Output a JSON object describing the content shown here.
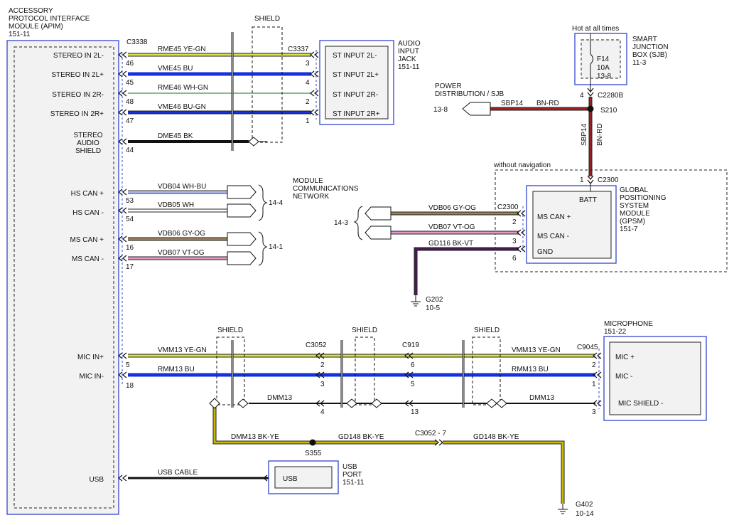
{
  "apim": {
    "title_lines": [
      "ACCESSORY",
      "PROTOCOL INTERFACE",
      "MODULE (APIM)",
      "151-11"
    ],
    "pins": {
      "stereo_in_2l_minus": "STEREO IN 2L-",
      "stereo_in_2l_plus": "STEREO IN 2L+",
      "stereo_in_2r_minus": "STEREO IN 2R-",
      "stereo_in_2r_plus": "STEREO IN 2R+",
      "stereo_audio_shield": [
        "STEREO",
        "AUDIO",
        "SHIELD"
      ],
      "hs_can_plus": "HS CAN +",
      "hs_can_minus": "HS CAN -",
      "ms_can_plus": "MS CAN +",
      "ms_can_minus": "MS CAN -",
      "mic_in_plus": "MIC IN+",
      "mic_in_minus": "MIC IN-",
      "usb": "USB"
    }
  },
  "connectors": {
    "c3338": "C3338",
    "c3337": "C3337",
    "c2280b": "C2280B",
    "c2300": "C2300",
    "c3052": "C3052",
    "c919": "C919",
    "c9045": "C9045",
    "c3052_7": "C3052  - 7"
  },
  "shield": "SHIELD",
  "pin_numbers": {
    "p46": "46",
    "p45": "45",
    "p48": "48",
    "p47": "47",
    "p44": "44",
    "p53": "53",
    "p54": "54",
    "p16": "16",
    "p17": "17",
    "p5": "5",
    "p18": "18",
    "aj3": "3",
    "aj4": "4",
    "aj2": "2",
    "aj1": "1",
    "sjb4": "4",
    "gps1": "1",
    "gps2": "2",
    "gps3": "3",
    "gps6": "6",
    "c3052_2": "2",
    "c3052_3": "3",
    "c3052_4": "4",
    "c919_6": "6",
    "c919_5": "5",
    "c919_13": "13",
    "mic2": "2",
    "mic1": "1",
    "mic3": "3"
  },
  "wires": {
    "rme45": "RME45 YE-GN",
    "vme45": "VME45 BU",
    "rme46": "RME46 WH-GN",
    "vme46": "VME46 BU-GN",
    "dme45": "DME45 BK",
    "vdb04": "VDB04  WH-BU",
    "vdb05": "VDB05  WH",
    "vdb06": "VDB06  GY-OG",
    "vdb07": "VDB07  VT-OG",
    "gps_vdb06": "VDB06    GY-OG",
    "gps_vdb07": "VDB07    VT-OG",
    "gd116": "GD116    BK-VT",
    "sbp14": "SBP14",
    "bn_rd": "BN-RD",
    "vmm13_left": "VMM13 YE-GN",
    "rmm13_left": "RMM13 BU",
    "dmm13": "DMM13",
    "vmm13_right": "VMM13    YE-GN",
    "rmm13_right": "RMM13    BU",
    "dmm13_bkye": "DMM13     BK-YE",
    "gd148_left": "GD148     BK-YE",
    "gd148_right": "GD148     BK-YE",
    "usb_cable": "USB CABLE"
  },
  "audio_jack": {
    "title_lines": [
      "AUDIO",
      "INPUT",
      "JACK",
      "151-11"
    ],
    "pins": [
      "ST INPUT 2L-",
      "ST INPUT 2L+",
      "ST INPUT 2R-",
      "ST INPUT 2R+"
    ]
  },
  "mcn": {
    "title_lines": [
      "MODULE",
      "COMMUNICATIONS",
      "NETWORK"
    ],
    "ref_144": "14-4",
    "ref_141": "14-1",
    "ref_143": "14-3"
  },
  "power": {
    "hot_label": "Hot at all times",
    "sjb_lines": [
      "SMART",
      "JUNCTION",
      "BOX (SJB)",
      "11-3"
    ],
    "fuse_lines": [
      "F14",
      "10A",
      "13-8"
    ],
    "pd_lines": [
      "POWER",
      "DISTRIBUTION / SJB"
    ],
    "pd_ref": "13-8",
    "splice": "S210"
  },
  "gpsm": {
    "without_nav": "without navigation",
    "title_lines": [
      "GLOBAL",
      "POSITIONING",
      "SYSTEM",
      "MODULE",
      "(GPSM)",
      "151-7"
    ],
    "batt": "BATT",
    "ms_can_plus": "MS CAN +",
    "ms_can_minus": "MS CAN -",
    "gnd": "GND"
  },
  "grounds": {
    "g202": "G202",
    "g202_ref": "10-5",
    "g402": "G402",
    "g402_ref": "10-14",
    "s355": "S355"
  },
  "microphone": {
    "title_lines": [
      "MICROPHONE",
      "151-22"
    ],
    "mic_plus": "MIC +",
    "mic_minus": "MIC -",
    "mic_shield": "MIC SHIELD -"
  },
  "usb_port": {
    "label": "USB",
    "title_lines": [
      "USB",
      "PORT",
      "151-11"
    ]
  },
  "colors": {
    "module_border": "#3344cc",
    "module_fill": "#f2f2f2",
    "ye_gn": "#d8e24a",
    "blue": "#1432dc",
    "wh_gn": "#5aa85a",
    "bn_rd": "#9b2222",
    "gy_og": "#9a8358",
    "vt_og": "#e996c8",
    "bk_vt": "#4a1a55",
    "bk_ye": "#c9b800"
  }
}
